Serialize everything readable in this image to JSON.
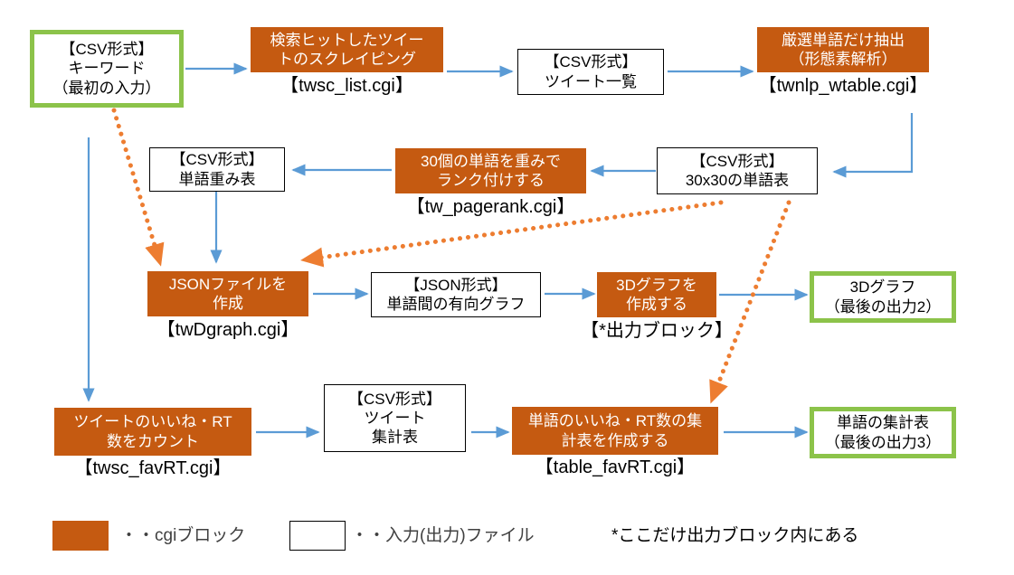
{
  "diagram": {
    "title": "Twitter word-analysis CGI pipeline flowchart",
    "colors": {
      "cgi_block": "#C55A11",
      "file_block_border": "#000000",
      "output_block_border": "#8CC34A",
      "blue_arrow": "#5B9BD5",
      "orange_dotted_arrow": "#ED7D31"
    },
    "nodes": [
      {
        "id": "keyword-input",
        "kind": "output-block",
        "lines": [
          "【CSV形式】",
          "キーワード",
          "（最初の入力）"
        ],
        "caption": ""
      },
      {
        "id": "twsc-list",
        "kind": "cgi-block",
        "lines": [
          "検索ヒットしたツイー",
          "トのスクレイピング"
        ],
        "caption": "【twsc_list.cgi】"
      },
      {
        "id": "tweet-list",
        "kind": "file-block",
        "lines": [
          "【CSV形式】",
          "ツイート一覧"
        ],
        "caption": ""
      },
      {
        "id": "twnlp-wtable",
        "kind": "cgi-block",
        "lines": [
          "厳選単語だけ抽出",
          "（形態素解析）"
        ],
        "caption": "【twnlp_wtable.cgi】"
      },
      {
        "id": "word-weight-table",
        "kind": "file-block",
        "lines": [
          "【CSV形式】",
          "単語重み表"
        ],
        "caption": ""
      },
      {
        "id": "tw-pagerank",
        "kind": "cgi-block",
        "lines": [
          "30個の単語を重みで",
          "ランク付けする"
        ],
        "caption": "【tw_pagerank.cgi】"
      },
      {
        "id": "word-table-30x30",
        "kind": "file-block",
        "lines": [
          "【CSV形式】",
          "30x30の単語表"
        ],
        "caption": ""
      },
      {
        "id": "twdgraph",
        "kind": "cgi-block",
        "lines": [
          "JSONファイルを",
          "作成"
        ],
        "caption": "【twDgraph.cgi】"
      },
      {
        "id": "directed-graph-json",
        "kind": "file-block",
        "lines": [
          "【JSON形式】",
          "単語間の有向グラフ"
        ],
        "caption": ""
      },
      {
        "id": "make-3d-graph",
        "kind": "cgi-block",
        "lines": [
          "3Dグラフを",
          "作成する"
        ],
        "caption": "【*出力ブロック】"
      },
      {
        "id": "output-3d-graph",
        "kind": "output-block",
        "lines": [
          "3Dグラフ",
          "（最後の出力2）"
        ],
        "caption": ""
      },
      {
        "id": "twsc-favrt",
        "kind": "cgi-block",
        "lines": [
          "ツイートのいいね・RT",
          "数をカウント"
        ],
        "caption": "【twsc_favRT.cgi】"
      },
      {
        "id": "tweet-summary-table",
        "kind": "file-block",
        "lines": [
          "【CSV形式】",
          "ツイート",
          "集計表"
        ],
        "caption": ""
      },
      {
        "id": "table-favrt",
        "kind": "cgi-block",
        "lines": [
          "単語のいいね・RT数の集",
          "計表を作成する"
        ],
        "caption": "【table_favRT.cgi】"
      },
      {
        "id": "output-word-summary",
        "kind": "output-block",
        "lines": [
          "単語の集計表",
          "（最後の出力3）"
        ],
        "caption": ""
      }
    ],
    "legend": {
      "cgi_label": "・・cgiブロック",
      "file_label": "・・入力(出力)ファイル",
      "note": "*ここだけ出力ブロック内にある"
    }
  }
}
